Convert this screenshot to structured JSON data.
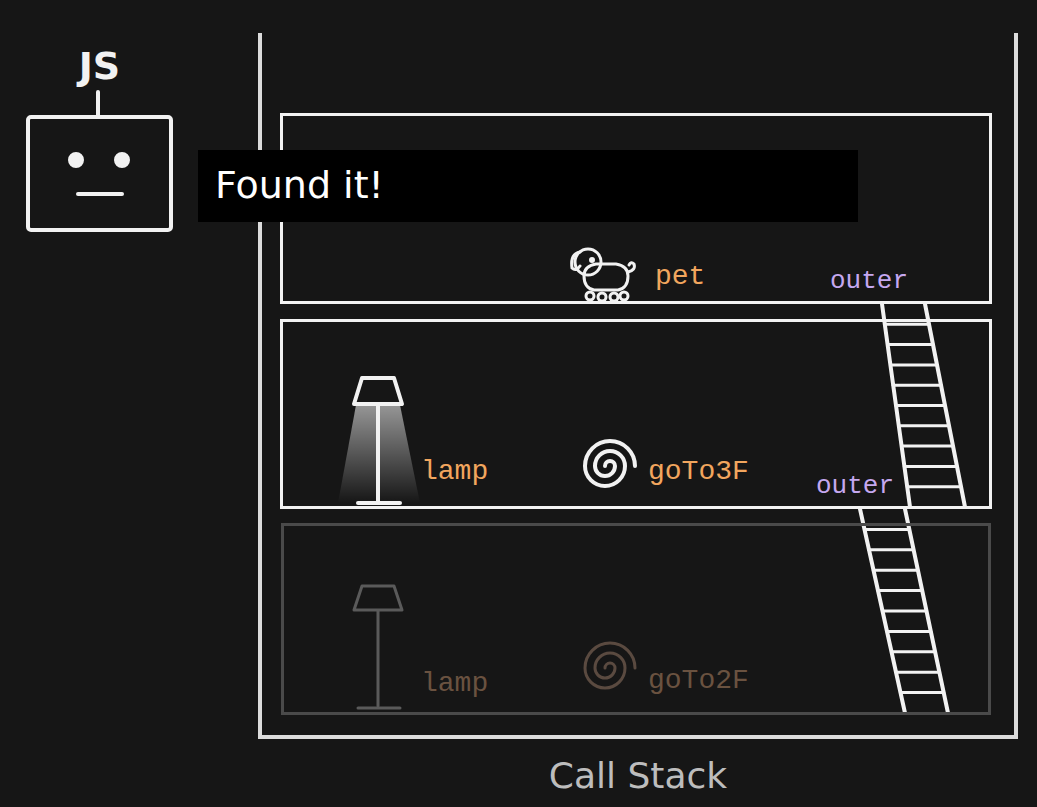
{
  "diagram": {
    "nodes": [
      {
        "text": [
          "JS"
        ]
      },
      {
        "text": [
          "Found it!"
        ]
      },
      {
        "text": [
          "Call Stack"
        ]
      },
      {
        "text": [
          "pet",
          "outer"
        ],
        "in": 2
      },
      {
        "text": [
          "lamp",
          "goTo3F",
          "outer"
        ],
        "in": 2
      },
      {
        "text": [
          "lamp",
          "goTo2F"
        ],
        "in": 2
      }
    ],
    "edges": [
      {
        "from": 4,
        "to": 3,
        "arrow": "none"
      },
      {
        "from": 5,
        "to": 4,
        "arrow": "none"
      }
    ]
  }
}
